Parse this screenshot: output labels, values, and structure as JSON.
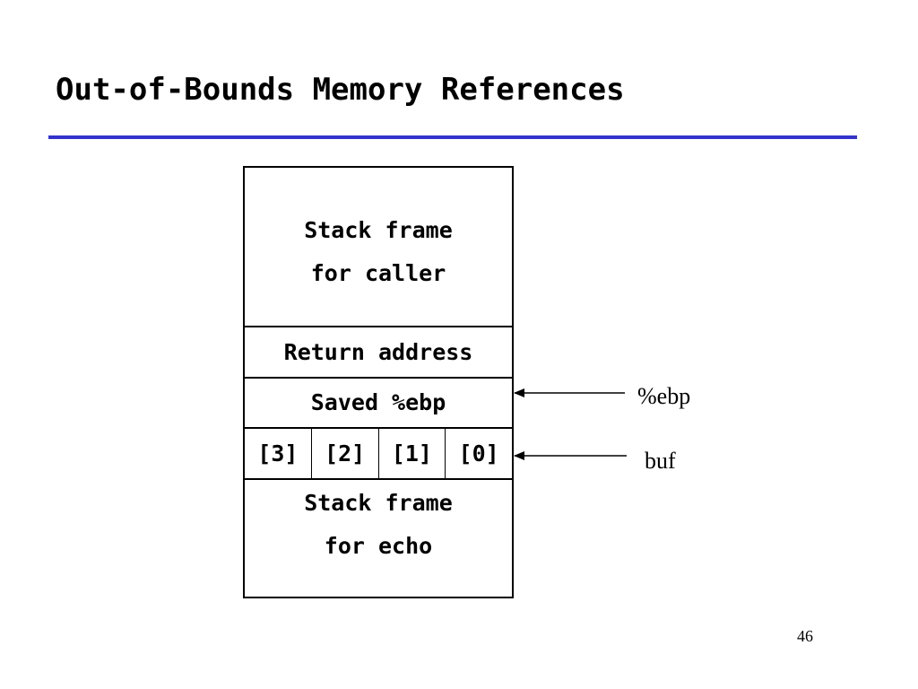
{
  "slide": {
    "title": "Out-of-Bounds Memory References",
    "page_number": "46",
    "rule_color": "#3333cc"
  },
  "stack": {
    "caller_frame": [
      "Stack frame",
      "for caller"
    ],
    "return_address": "Return address",
    "saved_ebp": "Saved %ebp",
    "buf_slots": [
      "[3]",
      "[2]",
      "[1]",
      "[0]"
    ],
    "echo_frame": [
      "Stack frame",
      "for echo"
    ]
  },
  "pointers": {
    "ebp_label": "%ebp",
    "buf_label": "buf"
  }
}
